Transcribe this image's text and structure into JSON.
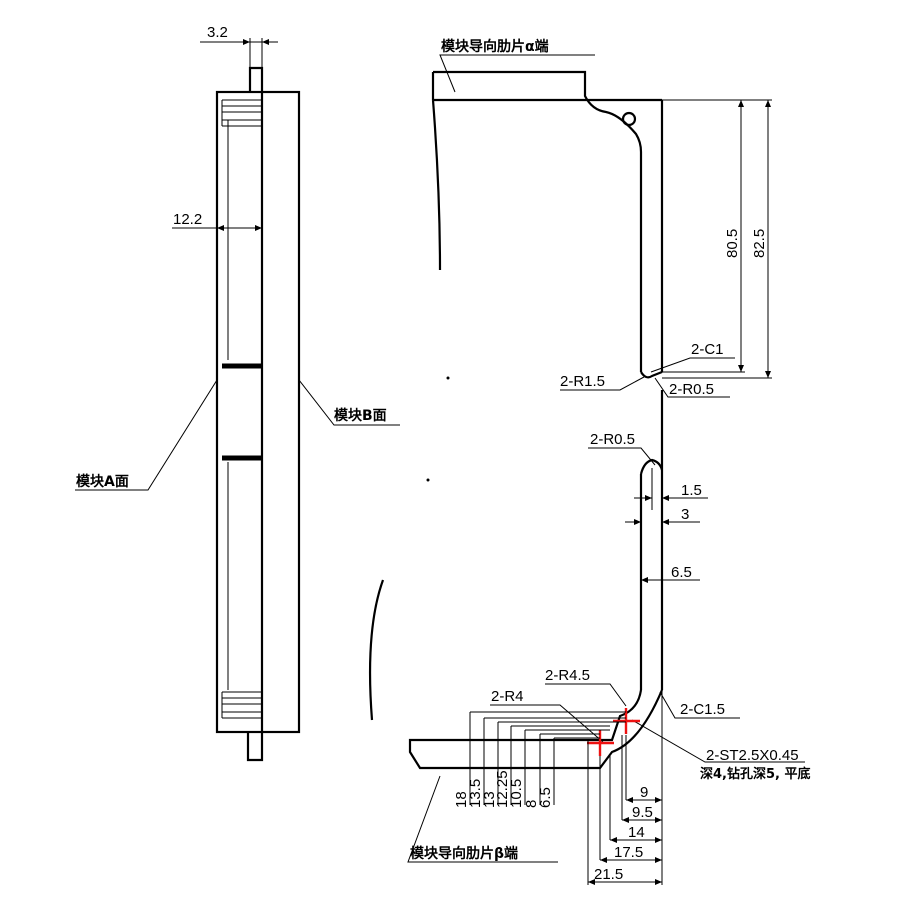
{
  "left_view": {
    "dim_top": "3.2",
    "dim_width": "12.2",
    "label_face_a": "模块A面",
    "label_face_b": "模块B面"
  },
  "right_view": {
    "label_alpha": "模块导向肋片α端",
    "label_beta": "模块导向肋片β端",
    "dim_80_5": "80.5",
    "dim_82_5": "82.5",
    "label_2c1": "2-C1",
    "label_2r1_5": "2-R1.5",
    "label_2r0_5_a": "2-R0.5",
    "label_2r0_5_b": "2-R0.5",
    "dim_1_5": "1.5",
    "dim_3": "3",
    "dim_6_5": "6.5",
    "label_2r4_5": "2-R4.5",
    "label_2r4": "2-R4",
    "label_2c1_5": "2-C1.5",
    "label_st": "2-ST2.5X0.45",
    "label_st_note": "深4,钻孔深5, 平底",
    "vdims": [
      "18",
      "13.5",
      "13",
      "12.25",
      "10.5",
      "8",
      "6.5"
    ],
    "hdims": [
      "9",
      "9.5",
      "14",
      "17.5",
      "21.5"
    ]
  },
  "colors": {
    "line": "#000000",
    "marker": "#ee1111",
    "background": "#ffffff"
  }
}
